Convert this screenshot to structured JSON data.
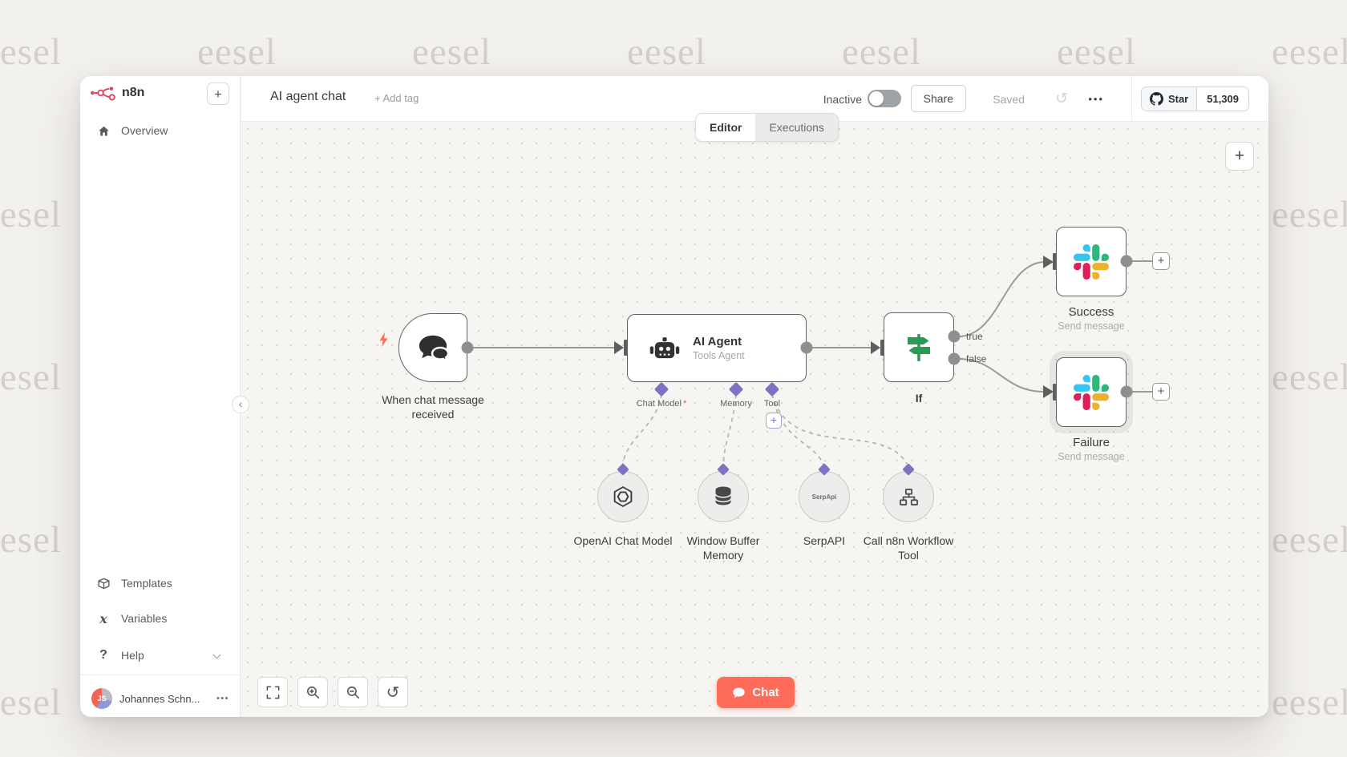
{
  "watermark": {
    "text": "eesel"
  },
  "sidebar": {
    "logo_text": "n8n",
    "new_workflow_button": "+",
    "overview": "Overview",
    "templates": "Templates",
    "variables": "Variables",
    "help": "Help",
    "user_name": "Johannes Schn...",
    "user_initials": "JS",
    "user_menu": "•••"
  },
  "topbar": {
    "workflow_title": "AI agent chat",
    "add_tag": "+ Add tag",
    "activation_status": "Inactive",
    "share": "Share",
    "saved_status": "Saved",
    "more_menu": "•••",
    "github_star": "Star",
    "github_star_count": "51,309"
  },
  "tabs": {
    "editor": "Editor",
    "executions": "Executions"
  },
  "canvas": {
    "add_node_button": "+",
    "trigger": {
      "label": "When chat message received"
    },
    "agent": {
      "title": "AI Agent",
      "subtitle": "Tools Agent",
      "port_chat_model": "Chat Model",
      "port_required_mark": "*",
      "port_memory": "Memory",
      "port_tool": "Tool",
      "add_tool_button": "+"
    },
    "if_node": {
      "label": "If",
      "output_true": "true",
      "output_false": "false"
    },
    "success": {
      "label": "Success",
      "sublabel": "Send message",
      "add_button": "+"
    },
    "failure": {
      "label": "Failure",
      "sublabel": "Send message",
      "add_button": "+"
    },
    "subnodes": [
      {
        "label": "OpenAI Chat Model"
      },
      {
        "label": "Window Buffer Memory"
      },
      {
        "label": "SerpAPI"
      },
      {
        "label": "Call n8n Workflow Tool"
      }
    ],
    "serpapi_icon_text": "SerpApi",
    "chat_button": "Chat"
  },
  "icons": {
    "history": "↺",
    "reset_view": "↺",
    "collapse": "‹"
  },
  "colors": {
    "accent_coral": "#ff6d5a",
    "logo_red": "#e04862",
    "connector_purple": "#7e72c4",
    "if_green": "#2b9a55",
    "slack_blue": "#36C5F0",
    "slack_green": "#2EB67D",
    "slack_yellow": "#ECB22E",
    "slack_red": "#E01E5A",
    "wire_gray": "#999999",
    "canvas_bg": "#f7f5f2"
  }
}
